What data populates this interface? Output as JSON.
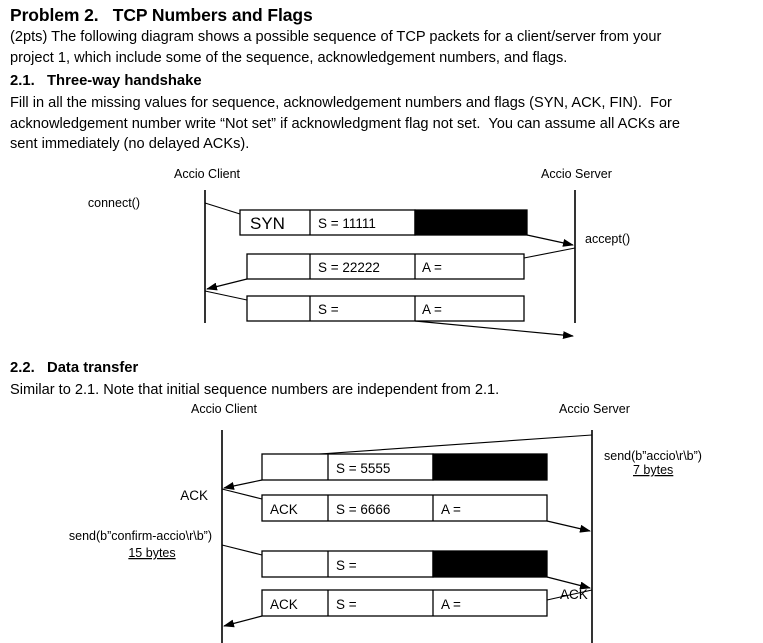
{
  "document": {
    "title": "Problem 2.   TCP Numbers and Flags",
    "intro_lines": [
      "(2pts) The following diagram shows a possible sequence of TCP packets for a client/server from your",
      "project 1, which include some of the sequence, acknowledgement numbers, and flags."
    ],
    "section_1": {
      "heading": "2.1.   Three-way handshake",
      "lines": [
        "Fill in all the missing values for sequence, acknowledgement numbers and flags (SYN, ACK, FIN).  For",
        "acknowledgement number write “Not set” if acknowledgment flag not set.  You can assume all ACKs are",
        "sent immediately (no delayed ACKs)."
      ]
    },
    "section_2": {
      "heading": "2.2.   Data transfer",
      "lines": [
        "Similar to 2.1. Note that initial sequence numbers are independent from 2.1."
      ]
    }
  },
  "diagram_1": {
    "client_label": "Accio Client",
    "server_label": "Accio Server",
    "client_call": "connect()",
    "server_call": "accept()",
    "packets": [
      {
        "flag": "SYN",
        "seq": "S = 11111",
        "ack": "",
        "has_payload": true
      },
      {
        "flag": "",
        "seq": "S = 22222",
        "ack": "A =",
        "has_payload": false
      },
      {
        "flag": "",
        "seq": "S =",
        "ack": "A =",
        "has_payload": false
      }
    ]
  },
  "diagram_2": {
    "client_label": "Accio Client",
    "server_label": "Accio Server",
    "server_send_call": "send(b”accio\\r\\b”)",
    "server_send_bytes": "7 bytes",
    "client_send_call": "send(b”confirm-accio\\r\\b”)",
    "client_send_bytes": "15 bytes",
    "client_ack_note": "ACK",
    "server_ack_note": "ACK",
    "packets": [
      {
        "flag": "",
        "seq": "S = 5555",
        "ack": "",
        "has_payload": true
      },
      {
        "flag": "ACK",
        "seq": "S = 6666",
        "ack": "A =",
        "has_payload": false
      },
      {
        "flag": "",
        "seq": "S =",
        "ack": "",
        "has_payload": true
      },
      {
        "flag": "ACK",
        "seq": "S =",
        "ack": "A =",
        "has_payload": false
      }
    ]
  }
}
